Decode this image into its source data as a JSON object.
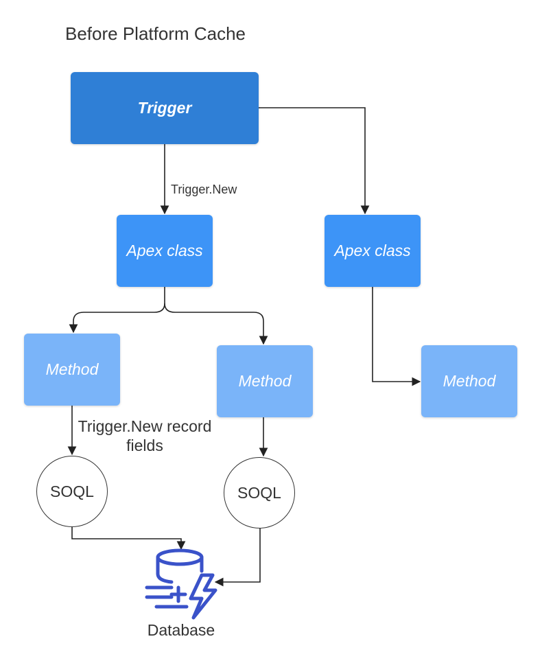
{
  "title": "Before Platform Cache",
  "nodes": {
    "trigger": "Trigger",
    "apex_class_left": "Apex class",
    "apex_class_right": "Apex class",
    "method_left": "Method",
    "method_middle": "Method",
    "method_right": "Method",
    "soql_left": "SOQL",
    "soql_middle": "SOQL",
    "database": "Database"
  },
  "edge_labels": {
    "trigger_to_apex": "Trigger.New",
    "method_to_soql": "Trigger.New record fields"
  },
  "colors": {
    "trigger": "#2f7fd6",
    "apex_class": "#3d94f7",
    "method": "#7ab4f9",
    "database_icon": "#3a52c9",
    "connector": "#222222"
  },
  "icons": {
    "database": "database-lightning-icon"
  }
}
